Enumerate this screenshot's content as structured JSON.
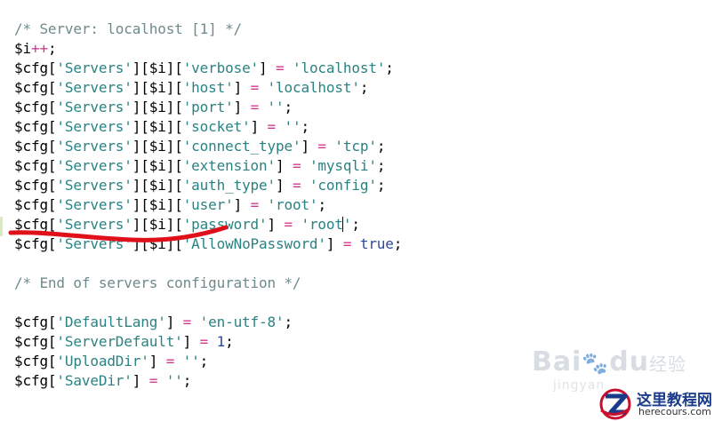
{
  "code_lines": [
    [
      {
        "t": "c",
        "v": "/* Server: localhost [1] */"
      }
    ],
    [
      {
        "t": "v",
        "v": "$i"
      },
      {
        "t": "o",
        "v": "++"
      },
      {
        "t": "v",
        "v": ";"
      }
    ],
    [
      {
        "t": "v",
        "v": "$cfg["
      },
      {
        "t": "s",
        "v": "'Servers'"
      },
      {
        "t": "v",
        "v": "][$i]["
      },
      {
        "t": "s",
        "v": "'verbose'"
      },
      {
        "t": "v",
        "v": "] "
      },
      {
        "t": "o",
        "v": "="
      },
      {
        "t": "v",
        "v": " "
      },
      {
        "t": "s",
        "v": "'localhost'"
      },
      {
        "t": "v",
        "v": ";"
      }
    ],
    [
      {
        "t": "v",
        "v": "$cfg["
      },
      {
        "t": "s",
        "v": "'Servers'"
      },
      {
        "t": "v",
        "v": "][$i]["
      },
      {
        "t": "s",
        "v": "'host'"
      },
      {
        "t": "v",
        "v": "] "
      },
      {
        "t": "o",
        "v": "="
      },
      {
        "t": "v",
        "v": " "
      },
      {
        "t": "s",
        "v": "'localhost'"
      },
      {
        "t": "v",
        "v": ";"
      }
    ],
    [
      {
        "t": "v",
        "v": "$cfg["
      },
      {
        "t": "s",
        "v": "'Servers'"
      },
      {
        "t": "v",
        "v": "][$i]["
      },
      {
        "t": "s",
        "v": "'port'"
      },
      {
        "t": "v",
        "v": "] "
      },
      {
        "t": "o",
        "v": "="
      },
      {
        "t": "v",
        "v": " "
      },
      {
        "t": "s",
        "v": "''"
      },
      {
        "t": "v",
        "v": ";"
      }
    ],
    [
      {
        "t": "v",
        "v": "$cfg["
      },
      {
        "t": "s",
        "v": "'Servers'"
      },
      {
        "t": "v",
        "v": "][$i]["
      },
      {
        "t": "s",
        "v": "'socket'"
      },
      {
        "t": "v",
        "v": "] "
      },
      {
        "t": "o",
        "v": "="
      },
      {
        "t": "v",
        "v": " "
      },
      {
        "t": "s",
        "v": "''"
      },
      {
        "t": "v",
        "v": ";"
      }
    ],
    [
      {
        "t": "v",
        "v": "$cfg["
      },
      {
        "t": "s",
        "v": "'Servers'"
      },
      {
        "t": "v",
        "v": "][$i]["
      },
      {
        "t": "s",
        "v": "'connect_type'"
      },
      {
        "t": "v",
        "v": "] "
      },
      {
        "t": "o",
        "v": "="
      },
      {
        "t": "v",
        "v": " "
      },
      {
        "t": "s",
        "v": "'tcp'"
      },
      {
        "t": "v",
        "v": ";"
      }
    ],
    [
      {
        "t": "v",
        "v": "$cfg["
      },
      {
        "t": "s",
        "v": "'Servers'"
      },
      {
        "t": "v",
        "v": "][$i]["
      },
      {
        "t": "s",
        "v": "'extension'"
      },
      {
        "t": "v",
        "v": "] "
      },
      {
        "t": "o",
        "v": "="
      },
      {
        "t": "v",
        "v": " "
      },
      {
        "t": "s",
        "v": "'mysqli'"
      },
      {
        "t": "v",
        "v": ";"
      }
    ],
    [
      {
        "t": "v",
        "v": "$cfg["
      },
      {
        "t": "s",
        "v": "'Servers'"
      },
      {
        "t": "v",
        "v": "][$i]["
      },
      {
        "t": "s",
        "v": "'auth_type'"
      },
      {
        "t": "v",
        "v": "] "
      },
      {
        "t": "o",
        "v": "="
      },
      {
        "t": "v",
        "v": " "
      },
      {
        "t": "s",
        "v": "'config'"
      },
      {
        "t": "v",
        "v": ";"
      }
    ],
    [
      {
        "t": "v",
        "v": "$cfg["
      },
      {
        "t": "s",
        "v": "'Servers'"
      },
      {
        "t": "v",
        "v": "][$i]["
      },
      {
        "t": "s",
        "v": "'user'"
      },
      {
        "t": "v",
        "v": "] "
      },
      {
        "t": "o",
        "v": "="
      },
      {
        "t": "v",
        "v": " "
      },
      {
        "t": "s",
        "v": "'root'"
      },
      {
        "t": "v",
        "v": ";"
      }
    ],
    [
      {
        "t": "v",
        "v": "$cfg["
      },
      {
        "t": "s",
        "v": "'Servers'"
      },
      {
        "t": "v",
        "v": "][$i]["
      },
      {
        "t": "s",
        "v": "'password'"
      },
      {
        "t": "v",
        "v": "] "
      },
      {
        "t": "o",
        "v": "="
      },
      {
        "t": "v",
        "v": " "
      },
      {
        "t": "s",
        "v": "'root"
      },
      {
        "t": "caret",
        "v": ""
      },
      {
        "t": "s",
        "v": "'"
      },
      {
        "t": "v",
        "v": ";"
      }
    ],
    [
      {
        "t": "v",
        "v": "$cfg["
      },
      {
        "t": "s",
        "v": "'Servers'"
      },
      {
        "t": "v",
        "v": "][$i]["
      },
      {
        "t": "s",
        "v": "'AllowNoPassword'"
      },
      {
        "t": "v",
        "v": "] "
      },
      {
        "t": "o",
        "v": "="
      },
      {
        "t": "v",
        "v": " "
      },
      {
        "t": "k",
        "v": "true"
      },
      {
        "t": "v",
        "v": ";"
      }
    ],
    [],
    [
      {
        "t": "c",
        "v": "/* End of servers configuration */"
      }
    ],
    [],
    [
      {
        "t": "v",
        "v": "$cfg["
      },
      {
        "t": "s",
        "v": "'DefaultLang'"
      },
      {
        "t": "v",
        "v": "] "
      },
      {
        "t": "o",
        "v": "="
      },
      {
        "t": "v",
        "v": " "
      },
      {
        "t": "s",
        "v": "'en-utf-8'"
      },
      {
        "t": "v",
        "v": ";"
      }
    ],
    [
      {
        "t": "v",
        "v": "$cfg["
      },
      {
        "t": "s",
        "v": "'ServerDefault'"
      },
      {
        "t": "v",
        "v": "] "
      },
      {
        "t": "o",
        "v": "="
      },
      {
        "t": "v",
        "v": " "
      },
      {
        "t": "n",
        "v": "1"
      },
      {
        "t": "v",
        "v": ";"
      }
    ],
    [
      {
        "t": "v",
        "v": "$cfg["
      },
      {
        "t": "s",
        "v": "'UploadDir'"
      },
      {
        "t": "v",
        "v": "] "
      },
      {
        "t": "o",
        "v": "="
      },
      {
        "t": "v",
        "v": " "
      },
      {
        "t": "s",
        "v": "''"
      },
      {
        "t": "v",
        "v": ";"
      }
    ],
    [
      {
        "t": "v",
        "v": "$cfg["
      },
      {
        "t": "s",
        "v": "'SaveDir'"
      },
      {
        "t": "v",
        "v": "] "
      },
      {
        "t": "o",
        "v": "="
      },
      {
        "t": "v",
        "v": " "
      },
      {
        "t": "s",
        "v": "''"
      },
      {
        "t": "v",
        "v": ";"
      }
    ]
  ],
  "colors": {
    "comment": "#6f8a8a",
    "string": "#2a8282",
    "operator": "#d33a8f",
    "keyword": "#2a4a9a",
    "annotation": "#e0101a"
  },
  "annotation": {
    "icon": "red-underline-stroke"
  },
  "watermark": {
    "brand": "Bai",
    "brand2": "du",
    "sub_cn": "经验",
    "sub_en": "jingyan"
  },
  "site_logo": {
    "name_cn": "这里教程网",
    "domain": "herecours.com",
    "icon": "z-logo-icon"
  }
}
